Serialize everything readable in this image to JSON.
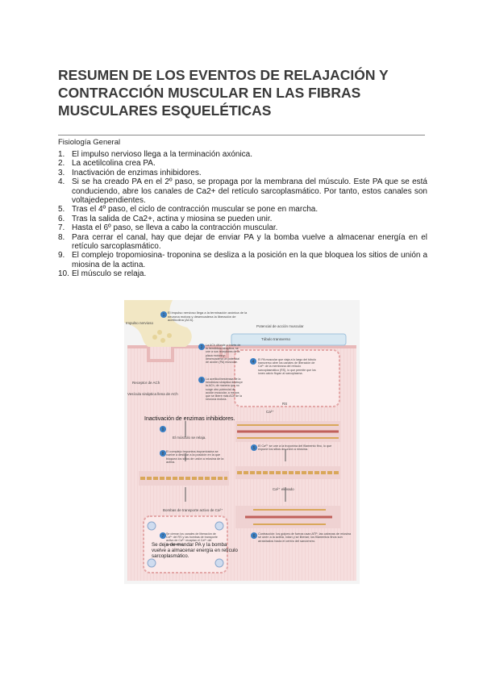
{
  "document": {
    "title": "RESUMEN DE LOS EVENTOS DE RELAJACIÓN Y CONTRACCIÓN MUSCULAR EN LAS FIBRAS MUSCULARES ESQUELÉTICAS",
    "subtitle": "Fisiología General",
    "steps": [
      {
        "num": "1.",
        "text": "El impulso nervioso llega a la terminación axónica."
      },
      {
        "num": "2.",
        "text": "La acetilcolina crea PA."
      },
      {
        "num": "3.",
        "text": "Inactivación de enzimas inhibidores."
      },
      {
        "num": "4.",
        "text": "Si se ha creado PA en el 2º paso, se propaga por la membrana del músculo. Este PA que se está conduciendo, abre los canales de Ca2+ del retículo sarcoplasmático. Por tanto, estos canales son voltajedependientes."
      },
      {
        "num": "5.",
        "text": "Tras el 4º paso, el ciclo de contracción muscular se pone en marcha."
      },
      {
        "num": "6.",
        "text": "Tras la salida de Ca2+, actina y miosina se pueden unir."
      },
      {
        "num": "7.",
        "text": "Hasta el 6º paso, se lleva a cabo la contracción muscular."
      },
      {
        "num": "8.",
        "text": "Para cerrar el canal, hay que dejar de enviar PA y la bomba vuelve a almacenar energía en el retículo sarcoplasmático."
      },
      {
        "num": "9.",
        "text": "El complejo tropomiosina- troponina se desliza a la posición en la que bloquea los sitios de unión a miosina de la actina."
      },
      {
        "num": "10.",
        "text": "El músculo se relaja."
      }
    ]
  },
  "figure": {
    "labels": {
      "impulso": "Impulso nervioso",
      "step1": "El impulso nervioso llega a la terminación axónica de la neurona motora y desencadena la liberación de acetilcolina (ACh).",
      "potencial": "Potencial de acción muscular",
      "tubulo": "Túbulo transverso",
      "step2": "La ACh difunde a través de la hendidura sináptica, se une a sus receptores de la placa motora y desencadena un potencial de acción (PA) muscular.",
      "step3": "La acetilcolinesterasa de la hendidura sináptica destruye la ACh, de manera que no surge otro potencial de acción muscular, a menos que se libere más ACh de la neurona motora.",
      "step4": "El PA muscular que viaja a lo largo del túbulo transverso abre los canales de liberación de Ca²⁺ de la membrana del retículo sarcoplasmático (RS), lo que permite que los iones calcio fluyan al sarcoplasma.",
      "receptor": "Receptor de ACh",
      "vesicula": "Vesícula sináptica llena de ACh",
      "rs": "RS",
      "ca": "Ca²⁺",
      "annot_inact": "Inactivación de enzimas inhibidores.",
      "step9": "El músculo se relaja.",
      "step8": "El complejo troponina-tropomiosina se vuelve a deslizar a la posición en la que bloquea los sitios de unión a miosina de la actina.",
      "step5": "El Ca²⁺ se une a la troponina del filamento fino, lo que expone los sitios de unión a miosina.",
      "ca_elevado": "Ca²⁺ elevado",
      "bombas": "Bombas de transporte activo de Ca²⁺",
      "step7": "Se cierran los canales de liberación de Ca²⁺ del RS y las bombas de transporte activo de Ca²⁺ recaptan el Ca²⁺ del sarcoplasma.",
      "step6": "Contracción: los golpes de fuerza usan ATP; las cabezas de miosina se unen a la actina, rotan y se liberan; los filamentos finos son arrastrados hacia el centro del sarcómero.",
      "annot_bomba": "Se deja de mandar PA y la bomba vuelve a almacenar energía en retículo sarcoplasmático."
    },
    "numbers": [
      "1",
      "2",
      "3",
      "4",
      "5",
      "6",
      "7",
      "8",
      "9"
    ],
    "colors": {
      "background": "#f4f4f4",
      "cytoplasm": "#f6dede",
      "membrane": "#e8b9b9",
      "nerve": "#f2e7c4",
      "tubule": "#d8e8f2",
      "badge": "#3a7fc4",
      "actin": "#d9a75a",
      "myosin": "#c0605a"
    }
  }
}
